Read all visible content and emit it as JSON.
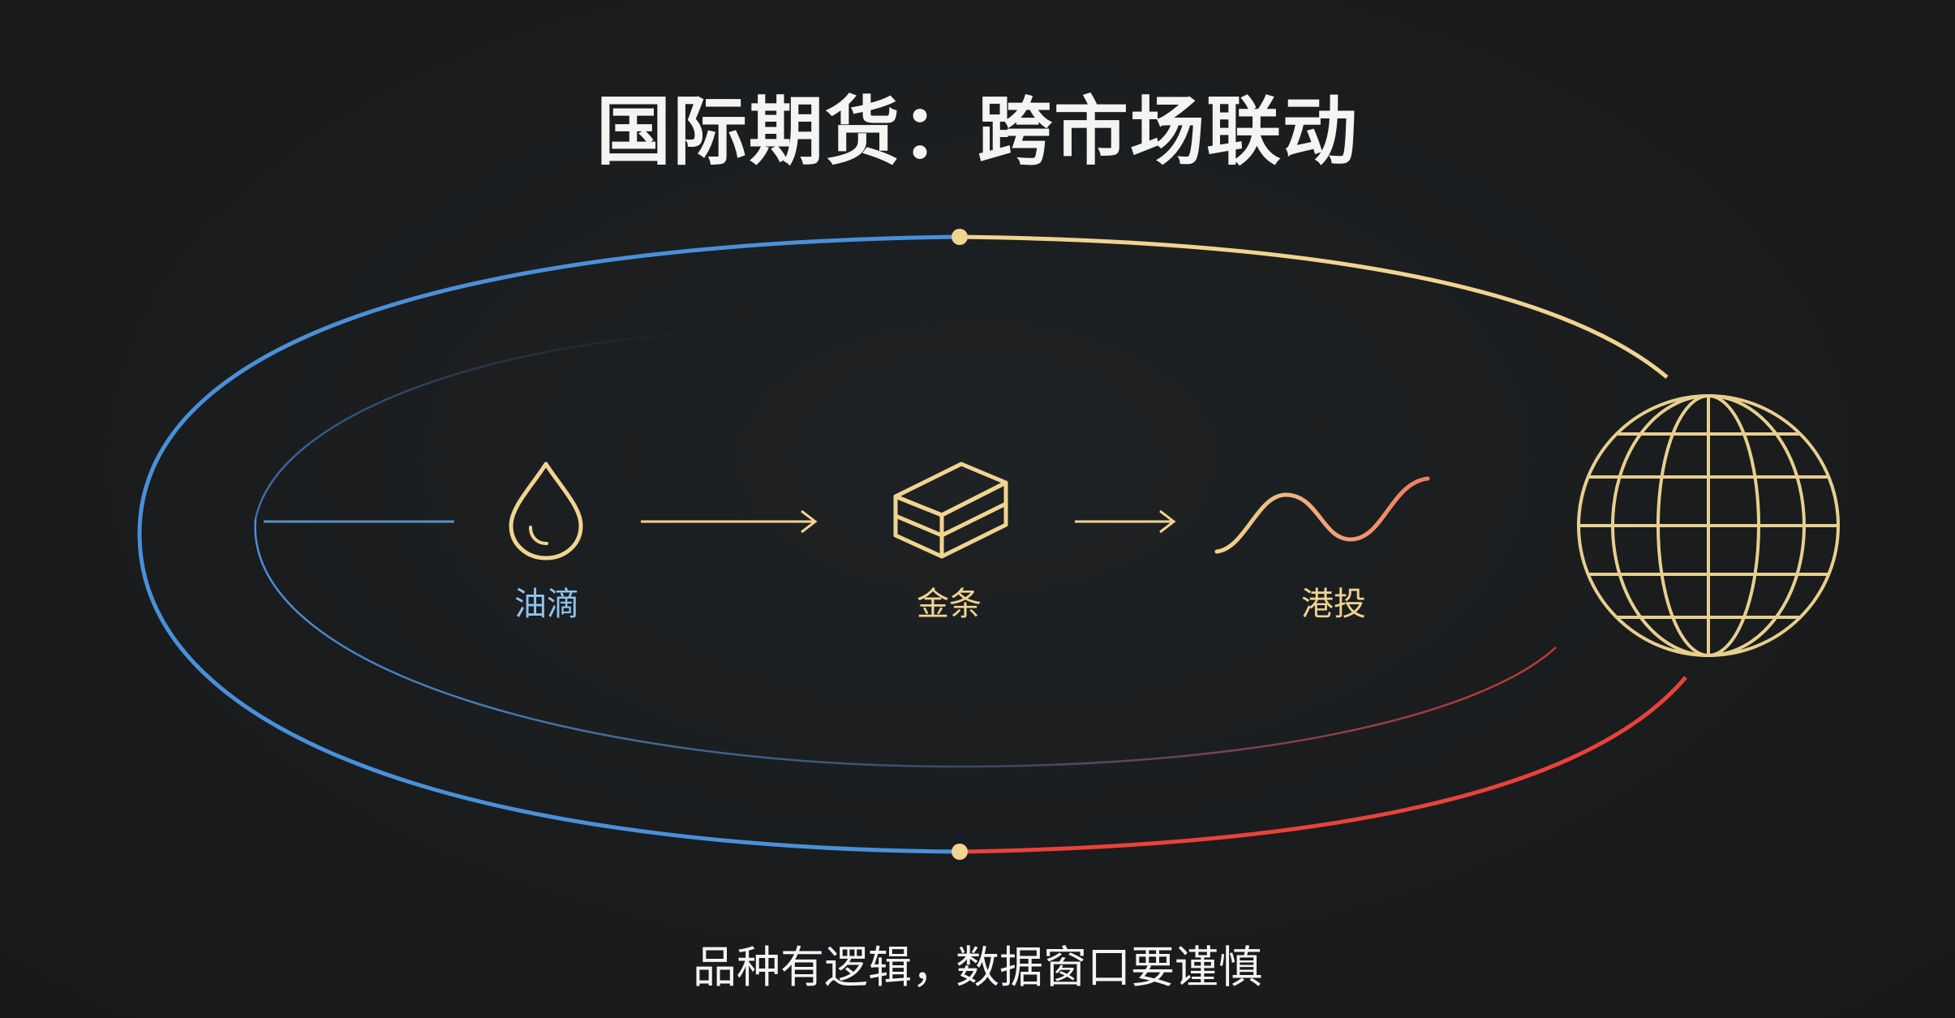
{
  "title": "国际期货：跨市场联动",
  "nodes": [
    {
      "label": "油滴",
      "icon": "oil-drop-icon",
      "color": "#8fc3ee"
    },
    {
      "label": "金条",
      "icon": "gold-bar-icon",
      "color": "#f1d491"
    },
    {
      "label": "港投",
      "icon": "wave-icon",
      "color": "#f1d491"
    }
  ],
  "globe_icon": "globe-icon",
  "subtitle": "品种有逻辑，数据窗口要谨慎",
  "colors": {
    "background": "#1a1c1e",
    "blue": "#4a90d9",
    "gold": "#f1d491",
    "red": "#e8423a",
    "text": "#f4f4f2"
  }
}
